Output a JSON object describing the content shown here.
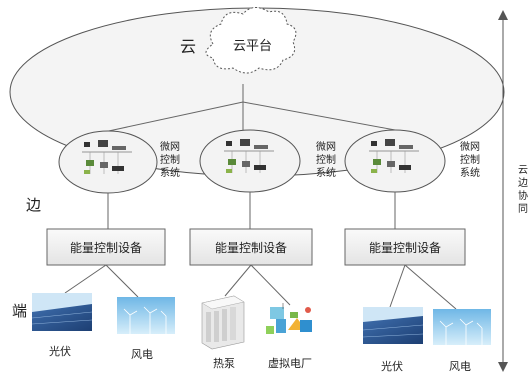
{
  "cloud": {
    "label": "云",
    "platform": "云平台"
  },
  "edge": {
    "label": "边",
    "systems": [
      {
        "label_lines": [
          "微网",
          "控制",
          "系统"
        ]
      },
      {
        "label_lines": [
          "微网",
          "控制",
          "系统"
        ]
      },
      {
        "label_lines": [
          "微网",
          "控制",
          "系统"
        ]
      }
    ],
    "devices": [
      "能量控制设备",
      "能量控制设备",
      "能量控制设备"
    ]
  },
  "end": {
    "label": "端",
    "groups": [
      {
        "items": [
          {
            "label": "光伏",
            "icon": "solar-panel-icon"
          },
          {
            "label": "风电",
            "icon": "wind-turbine-icon"
          }
        ]
      },
      {
        "items": [
          {
            "label": "热泵",
            "icon": "heat-pump-icon"
          },
          {
            "label": "虚拟电厂",
            "icon": "virtual-power-plant-icon"
          }
        ]
      },
      {
        "items": [
          {
            "label": "光伏",
            "icon": "solar-panel-icon"
          },
          {
            "label": "风电",
            "icon": "wind-turbine-icon"
          }
        ]
      }
    ]
  },
  "side_label": [
    "云",
    "边",
    "协",
    "同"
  ],
  "colors": {
    "cloud_fill": "#f2f2f2",
    "box_fill": "#ededed",
    "solar": "#2e5e9e",
    "sky": "#9fd0ee"
  }
}
